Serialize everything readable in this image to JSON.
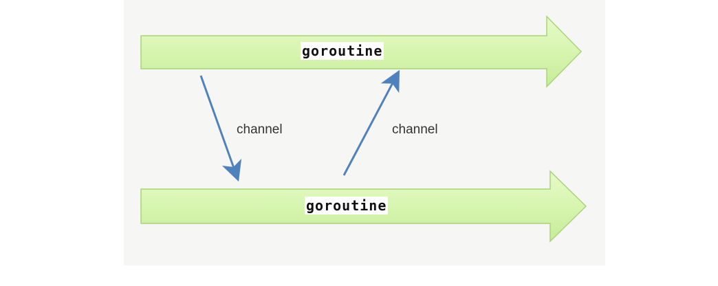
{
  "diagram": {
    "top_arrow": {
      "label": "goroutine"
    },
    "bottom_arrow": {
      "label": "goroutine"
    },
    "channel_down": {
      "label": "channel"
    },
    "channel_up": {
      "label": "channel"
    }
  },
  "colors": {
    "arrow_fill": "#d9f5b4",
    "arrow_stroke": "#a9d37a",
    "channel_arrow": "#4f81bd",
    "background_panel": "#f6f6f5"
  }
}
